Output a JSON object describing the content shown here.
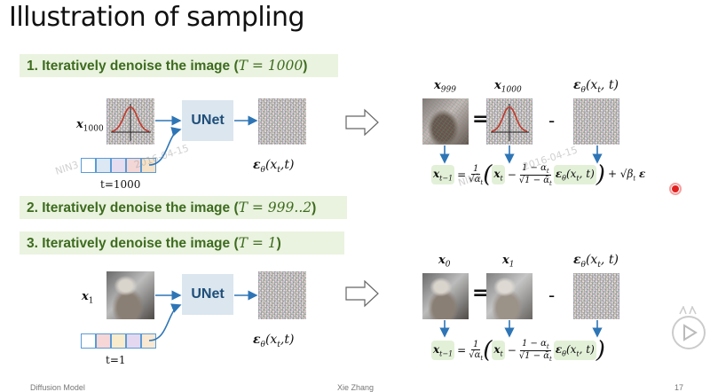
{
  "title": "Illustration of sampling",
  "steps": [
    {
      "text": "1. Iteratively denoise the image (",
      "math": "T = 1000",
      "close": ")"
    },
    {
      "text": "2. Iteratively denoise the image (",
      "math": "T = 999..2",
      "close": ")"
    },
    {
      "text": "3. Iteratively denoise the image (",
      "math": "T = 1",
      "close": ")"
    }
  ],
  "top": {
    "input_label": "x",
    "input_sub": "1000",
    "unet": "UNet",
    "time_label": "t=1000",
    "output_label": "ε",
    "output_sub": "θ",
    "output_args": "(x",
    "output_args2": "t",
    "output_args3": ",t)",
    "eq_head_1": "x",
    "eq_head_1_sub": "999",
    "eq_head_2": "x",
    "eq_head_2_sub": "1000",
    "eq_head_3": "ε",
    "eq_head_3_rest": "(x",
    "eq_head_3_sub": "t",
    "eq_head_3_close": ", t)",
    "minus": "-",
    "equals": "="
  },
  "bottom": {
    "input_label": "x",
    "input_sub": "1",
    "unet": "UNet",
    "time_label": "t=1",
    "eq_head_1": "x",
    "eq_head_1_sub": "0",
    "eq_head_2": "x",
    "eq_head_2_sub": "1",
    "eq_head_3": "ε",
    "eq_head_3_rest": "(x",
    "eq_head_3_sub": "t",
    "eq_head_3_close": ", t)",
    "minus": "-",
    "equals": "="
  },
  "formula": {
    "lhs": "x",
    "lhs_sub": "t−1",
    "eq": "=",
    "frac1_num": "1",
    "frac1_den": "√α",
    "frac1_den_sub": "t",
    "paren_open": "(",
    "x_t": "x",
    "x_t_sub": "t",
    "minus": "−",
    "frac2_num": "1 − α",
    "frac2_num_sub": "t",
    "frac2_den": "√1 − ᾱ",
    "frac2_den_sub": "t",
    "eps": "ε",
    "eps_sub": "θ",
    "eps_args": "(x",
    "eps_args_sub": "t",
    "eps_args_close": ", t)",
    "paren_close": ")",
    "noise_term": "+ √β",
    "noise_term_sub": "t",
    "noise_eps": "ε"
  },
  "watermarks": [
    "NIN3",
    "2016-04-15",
    "NIN3",
    "2016-04-15"
  ],
  "footer": {
    "left": "Diffusion Model",
    "center": "Xie Zhang",
    "right": "17"
  },
  "colors": {
    "step_bg": "#eaf3df",
    "step_text": "#3d6b1f",
    "unet_bg": "#dbe6ef",
    "arrow": "#2e75b6",
    "eq_box": "#e3f0d8"
  }
}
